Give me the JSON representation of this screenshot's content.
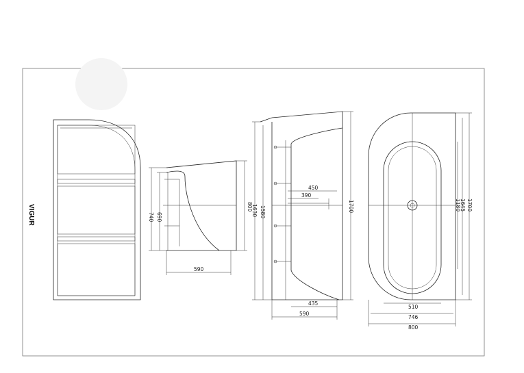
{
  "brand": "VIGUR",
  "views": {
    "side_profile": {
      "dims": {
        "height_outer": "800",
        "height_rim": "740",
        "height_inner": "690",
        "length": "590"
      }
    },
    "front_section": {
      "dims": {
        "height_1630": "1630",
        "height_1580": "1580",
        "height_1700": "1700",
        "width_450": "450",
        "width_390": "390",
        "width_435": "435",
        "width_590": "590"
      }
    },
    "plan": {
      "dims": {
        "length_1700": "1700",
        "length_1645": "1645",
        "length_1180": "1180",
        "width_510": "510",
        "width_746": "746",
        "width_800": "800"
      }
    }
  },
  "colors": {
    "line": "#222222",
    "background": "#ffffff",
    "frame": "#777777"
  }
}
